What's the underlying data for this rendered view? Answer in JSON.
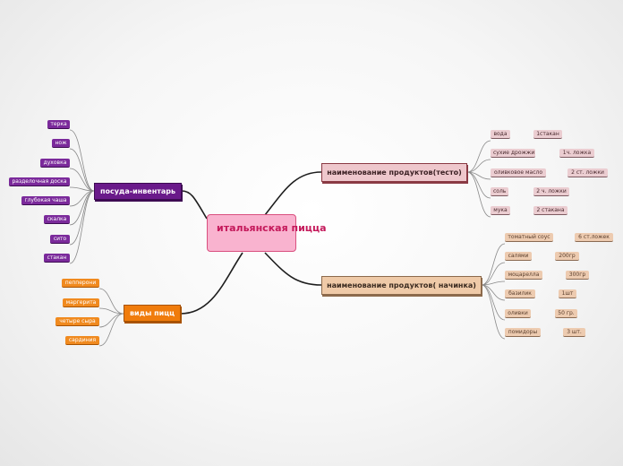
{
  "mindmap": {
    "central": "итальянская пицца",
    "dough": {
      "title": "наименование продуктов(тесто)",
      "items": [
        {
          "name": "вода",
          "qty": "1стакан"
        },
        {
          "name": "сухие дрожжи",
          "qty": "1ч. ложка"
        },
        {
          "name": "оливковое масло",
          "qty": "2 ст. ложки"
        },
        {
          "name": "соль",
          "qty": "2 ч. ложки"
        },
        {
          "name": "мука",
          "qty": "2 стакана"
        }
      ]
    },
    "filling": {
      "title": "наименование продуктов( начинка)",
      "items": [
        {
          "name": "томатный соус",
          "qty": "6 ст.ложек"
        },
        {
          "name": "салями",
          "qty": "200гр"
        },
        {
          "name": "моцарелла",
          "qty": "300гр"
        },
        {
          "name": "базилик",
          "qty": "1шт"
        },
        {
          "name": "оливки",
          "qty": "50 гр."
        },
        {
          "name": "помидоры",
          "qty": "3 шт."
        }
      ]
    },
    "tools": {
      "title": "посуда-инвентарь",
      "items": [
        "терка",
        "нож",
        "духовка",
        "разделочная доска",
        "глубокая чаша",
        "скалка",
        "сито",
        "стакан"
      ]
    },
    "types": {
      "title": "виды пицц",
      "items": [
        "пепперони",
        "маргерита",
        "четыре сыра",
        "сардиния"
      ]
    },
    "colors": {
      "central_fill": "#f9b3cf",
      "central_text": "#c4185a",
      "dough": "#eec7cc",
      "filling": "#efcaa8",
      "tools": "#6a1a8a",
      "types": "#f07c0c",
      "connector": "#1a1a1a"
    }
  }
}
